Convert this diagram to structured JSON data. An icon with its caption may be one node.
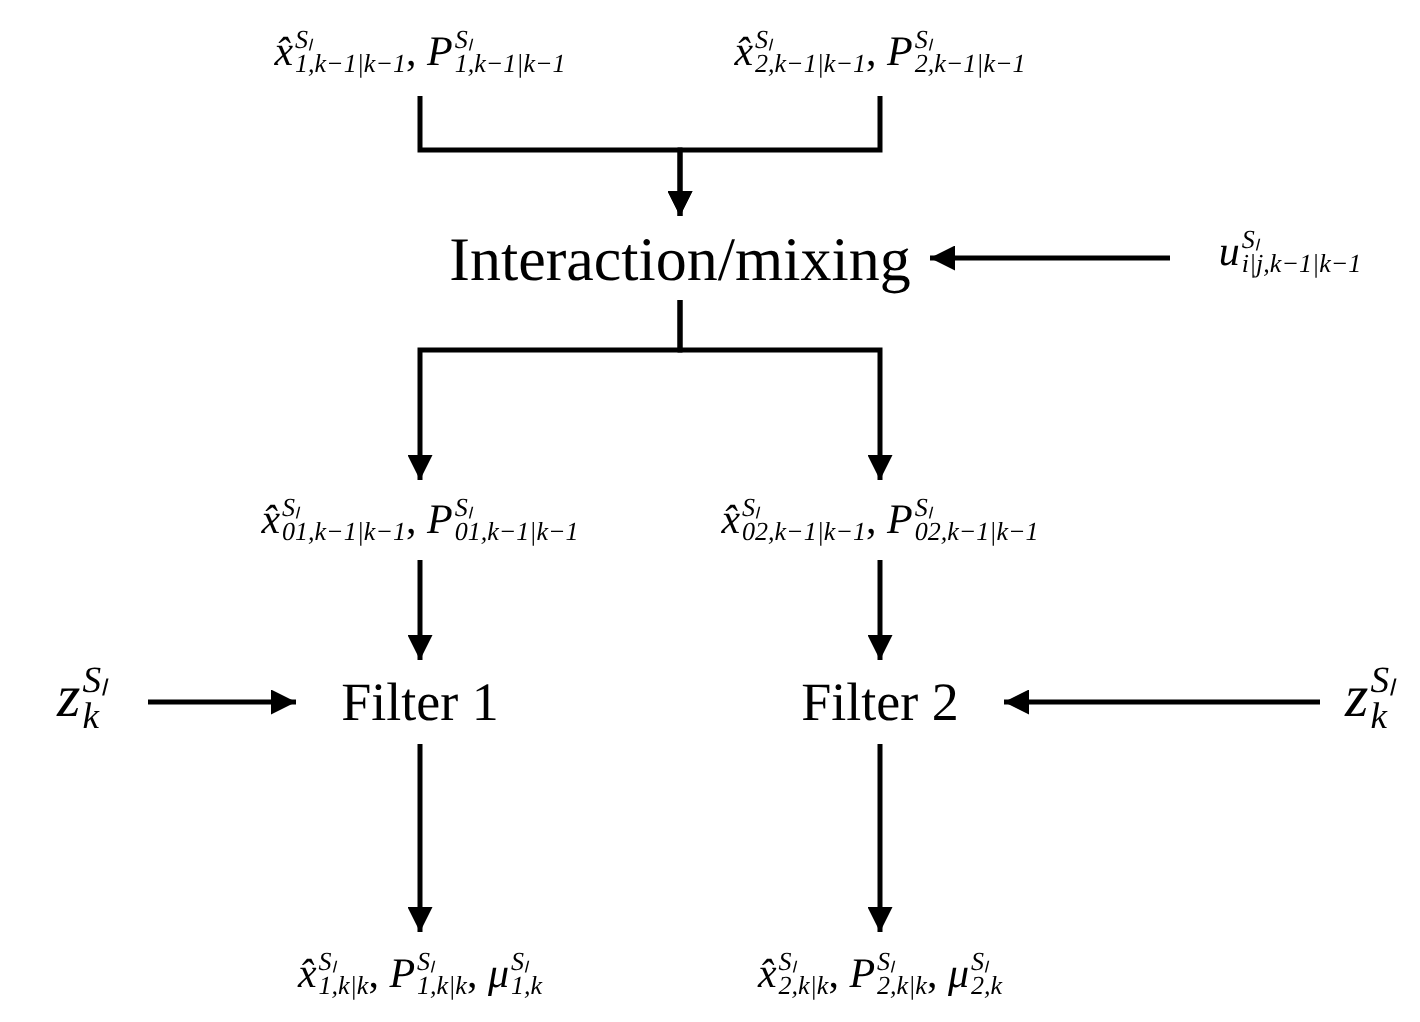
{
  "diagram": {
    "nodes": [
      {
        "text": [
          "*x̂*$^{Sₗ}$$_{1,k−1|k−1}$, *P*$^{Sₗ}$$_{1,k−1|k−1}$"
        ]
      },
      {
        "text": [
          "*x̂*$^{Sₗ}$$_{2,k−1|k−1}$, *P*$^{Sₗ}$$_{2,k−1|k−1}$"
        ]
      },
      {
        "text": [
          "Interaction/mixing"
        ]
      },
      {
        "text": [
          "*u*$^{Sₗ}$$_{i|j,k−1|k−1}$"
        ]
      },
      {
        "text": [
          "*x̂*$^{Sₗ}$$_{01,k−1|k−1}$, *P*$^{Sₗ}$$_{01,k−1|k−1}$"
        ]
      },
      {
        "text": [
          "*x̂*$^{Sₗ}$$_{02,k−1|k−1}$, *P*$^{Sₗ}$$_{02,k−1|k−1}$"
        ]
      },
      {
        "text": [
          "*z*$^{Sₗ}$$_{k}$"
        ]
      },
      {
        "text": [
          "Filter 1"
        ]
      },
      {
        "text": [
          "Filter 2"
        ]
      },
      {
        "text": [
          "*z*$^{Sₗ}$$_{k}$"
        ]
      },
      {
        "text": [
          "*x̂*$^{Sₗ}$$_{1,k|k}$, *P*$^{Sₗ}$$_{1,k|k}$, *μ*$^{Sₗ}$$_{1,k}$"
        ]
      },
      {
        "text": [
          "*x̂*$^{Sₗ}$$_{2,k|k}$, *P*$^{Sₗ}$$_{2,k|k}$, *μ*$^{Sₗ}$$_{2,k}$"
        ]
      }
    ],
    "edges": [
      {
        "from": 0,
        "to": 2,
        "arrow": "to"
      },
      {
        "from": 1,
        "to": 2,
        "arrow": "to"
      },
      {
        "from": 3,
        "to": 2,
        "arrow": "to"
      },
      {
        "from": 2,
        "to": 4,
        "arrow": "to"
      },
      {
        "from": 2,
        "to": 5,
        "arrow": "to"
      },
      {
        "from": 4,
        "to": 7,
        "arrow": "to"
      },
      {
        "from": 5,
        "to": 8,
        "arrow": "to"
      },
      {
        "from": 6,
        "to": 7,
        "arrow": "to"
      },
      {
        "from": 9,
        "to": 8,
        "arrow": "to"
      },
      {
        "from": 7,
        "to": 10,
        "arrow": "to"
      },
      {
        "from": 8,
        "to": 11,
        "arrow": "to"
      }
    ]
  }
}
